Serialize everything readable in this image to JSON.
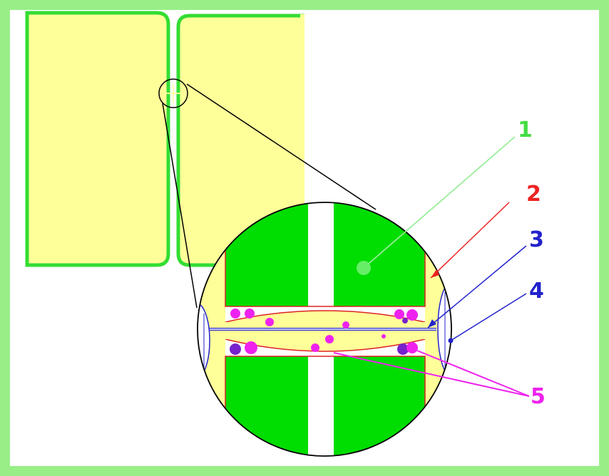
{
  "labels": [
    {
      "id": "1",
      "text": "1",
      "color": "#44dd44",
      "name": "cell-wall"
    },
    {
      "id": "2",
      "text": "2",
      "color": "#ee2222",
      "name": "plasma-membrane"
    },
    {
      "id": "3",
      "text": "3",
      "color": "#2222cc",
      "name": "desmotubule"
    },
    {
      "id": "4",
      "text": "4",
      "color": "#2222cc",
      "name": "endoplasmic-reticulum"
    },
    {
      "id": "5",
      "text": "5",
      "color": "#ee22ee",
      "name": "protein-particles"
    }
  ],
  "colors": {
    "background": "#99ee88",
    "cytoplasm": "#ffff99",
    "cell_wall": "#00dd00",
    "membrane": "#dd2222",
    "er": "#2222cc",
    "particles": "#ee22ee",
    "particles_dark": "#7722cc"
  }
}
